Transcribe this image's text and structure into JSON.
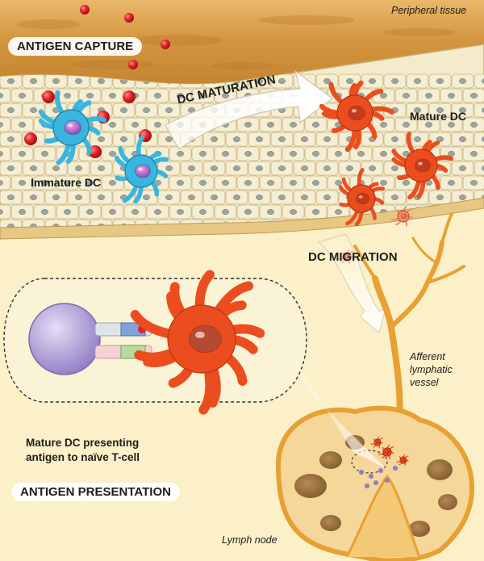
{
  "labels": {
    "peripheral_tissue": "Peripheral tissue",
    "antigen_capture": "ANTIGEN CAPTURE",
    "dc_maturation": "DC MATURATION",
    "mature_dc": "Mature DC",
    "immature_dc": "Immature DC",
    "dc_migration": "DC MIGRATION",
    "afferent_line1": "Afferent",
    "afferent_line2": "lymphatic",
    "afferent_line3": "vessel",
    "presenting_line1": "Mature DC presenting",
    "presenting_line2": "antigen to naïve T-cell",
    "antigen_presentation": "ANTIGEN PRESENTATION",
    "lymph_node": "Lymph node"
  },
  "colors": {
    "background": "#fbf0c8",
    "tissue": "#d9a047",
    "epithelium": "#f3ebc9",
    "antigen": "#e0202a",
    "immature_dc": "#39b6e0",
    "mature_dc": "#ec4d1f",
    "t_cell": "#b9a7de",
    "lymph": "#e8a033"
  }
}
